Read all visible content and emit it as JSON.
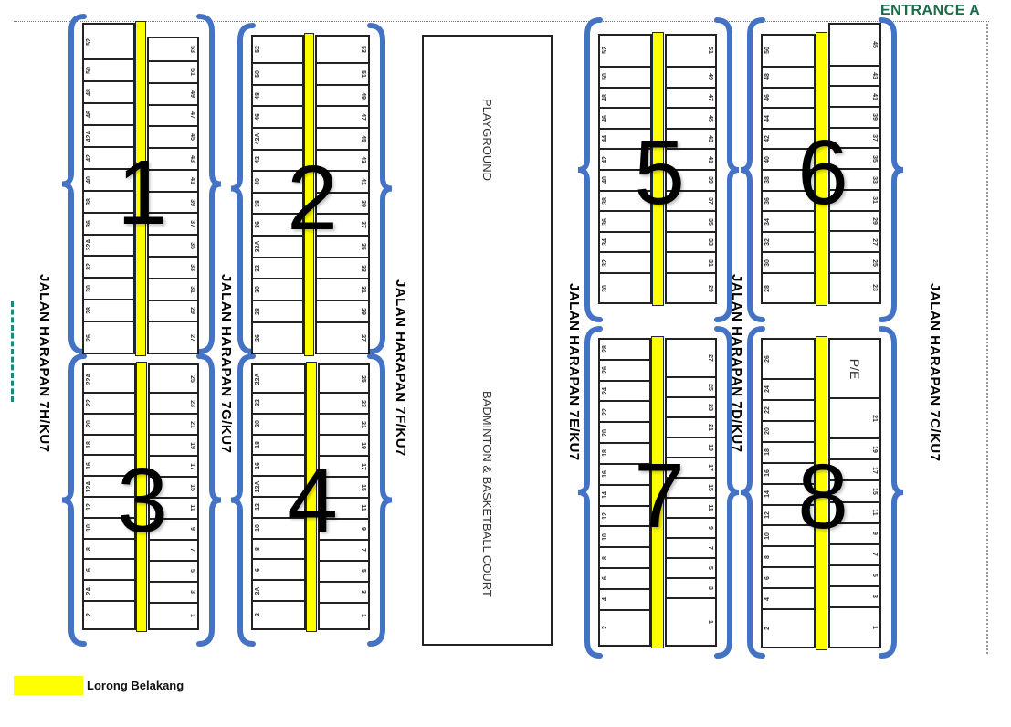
{
  "entrance_label": "ENTRANCE A",
  "roads": [
    "JALAN HARAPAN 7H/KU7",
    "JALAN HARAPAN 7G/KU7",
    "JALAN HARAPAN 7F/KU7",
    "JALAN HARAPAN 7E/KU7",
    "JALAN HARAPAN 7D/KU7",
    "JALAN HARAPAN 7C/KU7"
  ],
  "facility": {
    "playground": "PLAYGROUND",
    "court": "BADMINTON  &  BASKETBALL  COURT"
  },
  "legend": {
    "label": "Lorong Belakang",
    "color": "#ffff00"
  },
  "colors": {
    "brace": "#4472c4",
    "lane": "#ffff00",
    "entrance": "#1a6b4a"
  },
  "blocks": [
    {
      "number": "1",
      "left_lots": [
        "52",
        "50",
        "48",
        "46",
        "42A",
        "42",
        "40",
        "38",
        "36",
        "32A",
        "32",
        "30",
        "28",
        "26"
      ],
      "right_lots": [
        "53",
        "51",
        "49",
        "47",
        "45",
        "43",
        "41",
        "39",
        "37",
        "35",
        "33",
        "31",
        "29",
        "27"
      ]
    },
    {
      "number": "2",
      "left_lots": [
        "52",
        "50",
        "48",
        "46",
        "42A",
        "42",
        "40",
        "38",
        "36",
        "32A",
        "32",
        "30",
        "28",
        "26"
      ],
      "right_lots": [
        "53",
        "51",
        "49",
        "47",
        "45",
        "43",
        "41",
        "39",
        "37",
        "35",
        "33",
        "31",
        "29",
        "27"
      ]
    },
    {
      "number": "3",
      "left_lots": [
        "22A",
        "22",
        "20",
        "18",
        "16",
        "12A",
        "12",
        "10",
        "8",
        "6",
        "2A",
        "2"
      ],
      "right_lots": [
        "25",
        "23",
        "21",
        "19",
        "17",
        "15",
        "11",
        "9",
        "7",
        "5",
        "3",
        "1"
      ]
    },
    {
      "number": "4",
      "left_lots": [
        "22A",
        "22",
        "20",
        "18",
        "16",
        "12A",
        "12",
        "10",
        "8",
        "6",
        "2A",
        "2"
      ],
      "right_lots": [
        "25",
        "23",
        "21",
        "19",
        "17",
        "15",
        "11",
        "9",
        "7",
        "5",
        "3",
        "1"
      ]
    },
    {
      "number": "5",
      "left_lots": [
        "52",
        "50",
        "48",
        "46",
        "44",
        "42",
        "40",
        "38",
        "36",
        "34",
        "32",
        "30"
      ],
      "right_lots": [
        "51",
        "49",
        "47",
        "45",
        "43",
        "41",
        "39",
        "37",
        "35",
        "33",
        "31",
        "29"
      ]
    },
    {
      "number": "6",
      "left_lots": [
        "50",
        "48",
        "46",
        "44",
        "42",
        "40",
        "38",
        "36",
        "34",
        "32",
        "30",
        "28"
      ],
      "right_lots": [
        "45",
        "43",
        "41",
        "39",
        "37",
        "35",
        "33",
        "31",
        "29",
        "27",
        "25",
        "23"
      ]
    },
    {
      "number": "7",
      "left_lots": [
        "28",
        "26",
        "24",
        "22",
        "20",
        "18",
        "16",
        "14",
        "12",
        "10",
        "8",
        "6",
        "4",
        "2"
      ],
      "right_lots": [
        "27",
        "25",
        "23",
        "21",
        "19",
        "17",
        "15",
        "11",
        "9",
        "7",
        "5",
        "3",
        "1"
      ]
    },
    {
      "number": "8",
      "left_lots": [
        "26",
        "24",
        "22",
        "20",
        "18",
        "16",
        "14",
        "12",
        "10",
        "8",
        "6",
        "4",
        "2"
      ],
      "right_lots": [
        "P/E",
        "21",
        "19",
        "17",
        "15",
        "11",
        "9",
        "7",
        "5",
        "3",
        "1"
      ]
    }
  ]
}
